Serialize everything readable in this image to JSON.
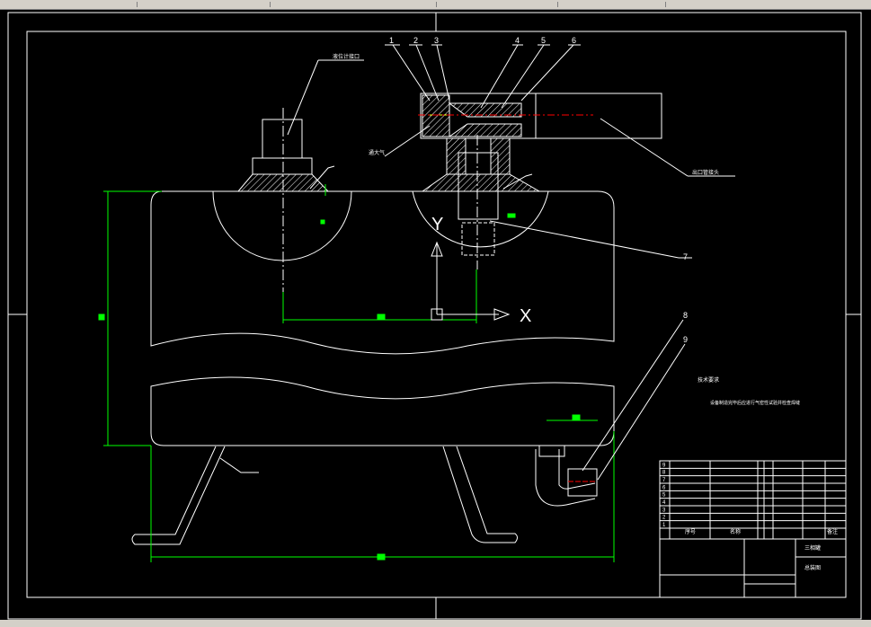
{
  "window": {
    "toolbar_color": "#d4d0c8",
    "canvas_color": "#000000"
  },
  "drawing": {
    "line_color": "#ffffff",
    "dim_color": "#00ff00",
    "center_color": "#ff0000",
    "part_numbers": [
      "1",
      "2",
      "3",
      "4",
      "5",
      "6",
      "7",
      "8",
      "9"
    ],
    "axis_y": "Y",
    "axis_x": "X",
    "leader_label_top": "液位计接口",
    "leader_label_right": "出口管接头",
    "leader_label_vent": "通大气",
    "tech_title": "技术要求",
    "tech_note": "设备制造完毕后应进行气密性试验并检查焊缝"
  },
  "title_block": {
    "part_name": "三相罐",
    "sub_name": "总装图",
    "bom_rows": [
      "1",
      "2",
      "3",
      "4",
      "5",
      "6",
      "7",
      "8",
      "9"
    ],
    "header_left": "序号",
    "header_mid": "名称",
    "header_right": "备注"
  }
}
